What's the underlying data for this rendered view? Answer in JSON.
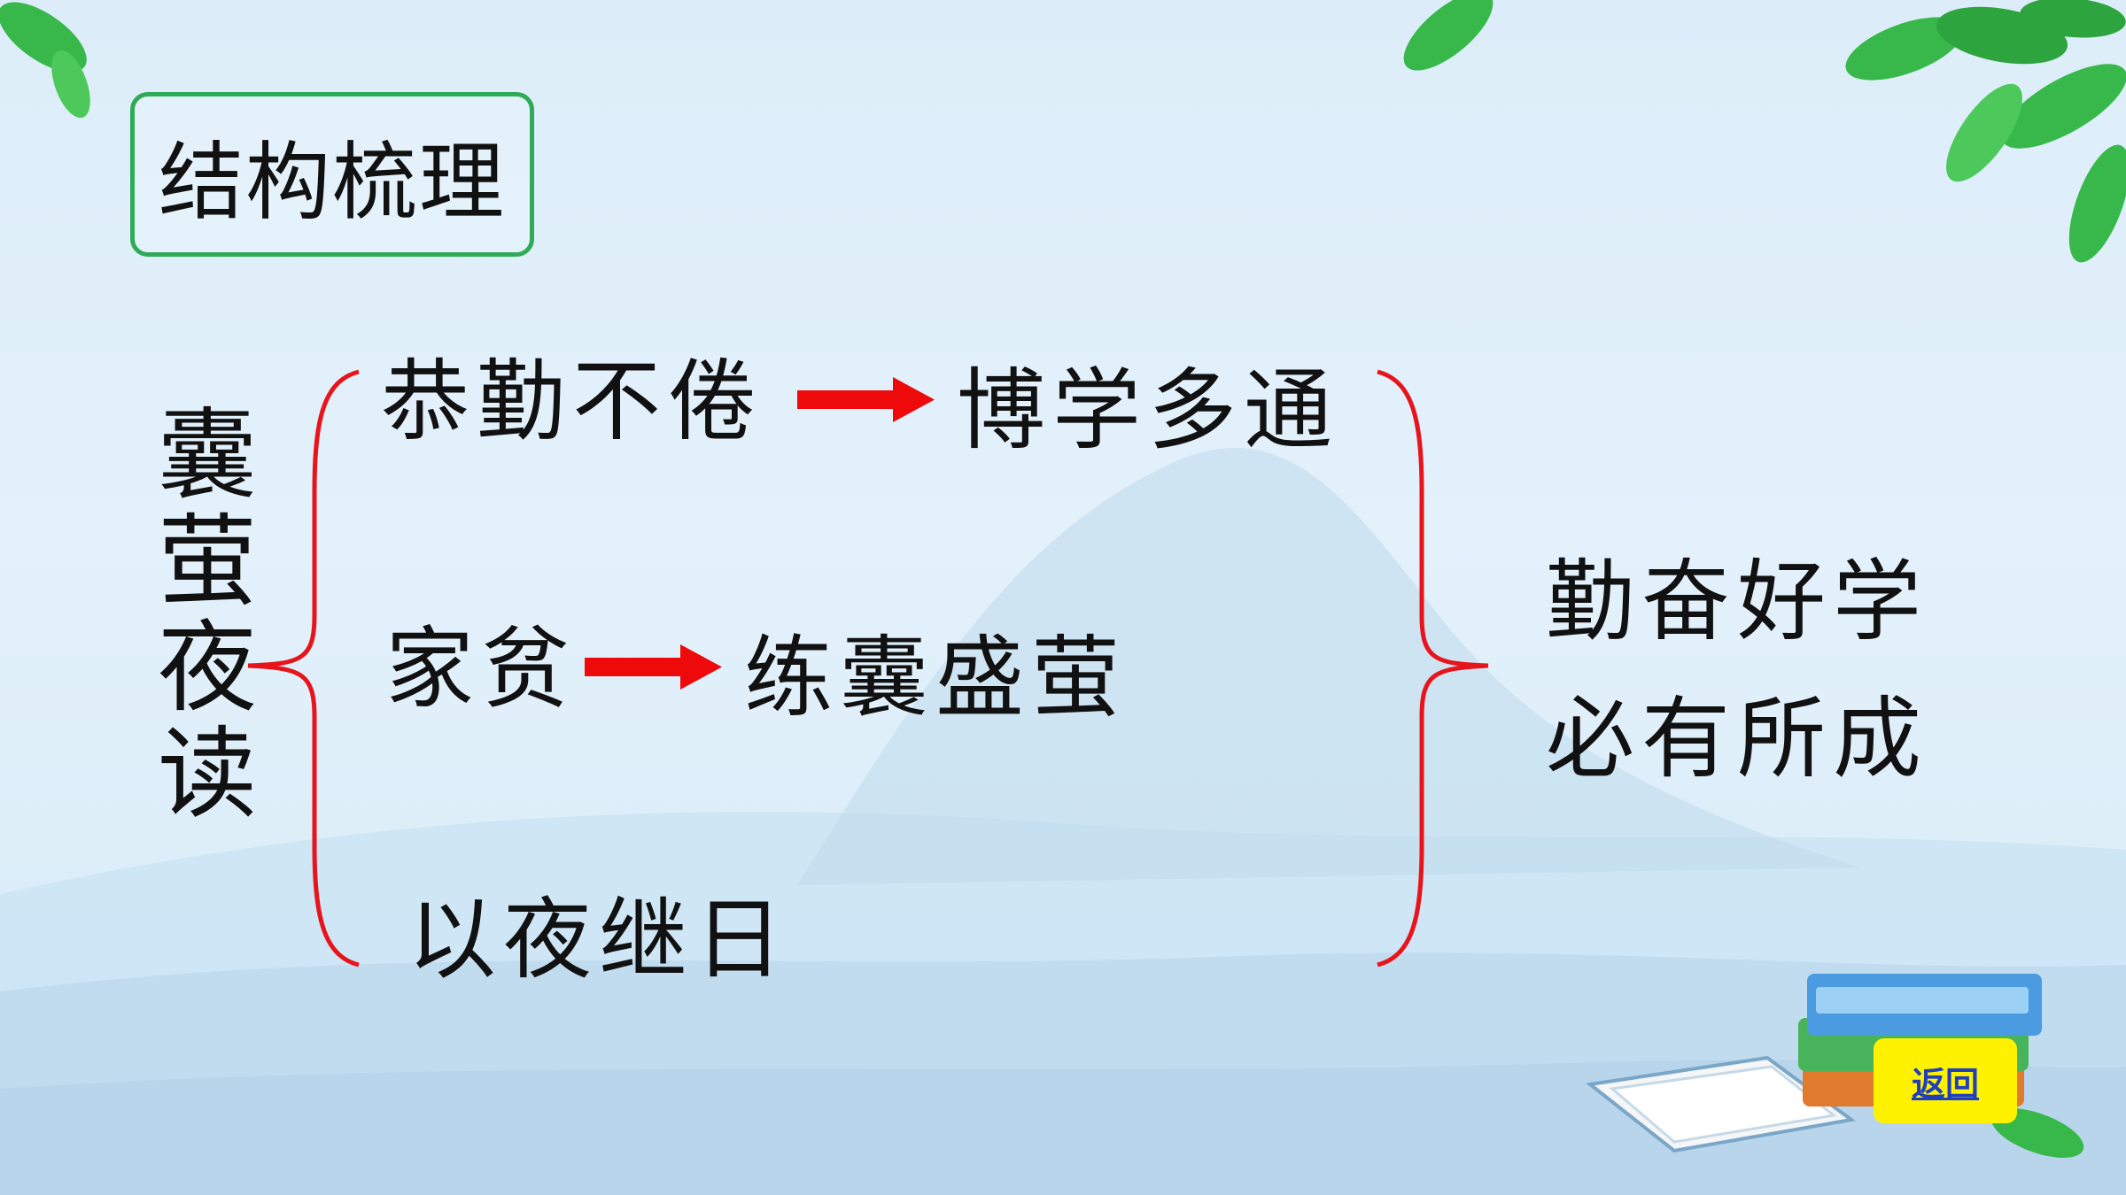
{
  "title": "结构梳理",
  "topic": "囊萤夜读",
  "branches": [
    {
      "cause": "恭勤不倦",
      "result": "博学多通"
    },
    {
      "cause": "家贫",
      "result": "练囊盛萤"
    },
    {
      "cause": "以夜继日",
      "result": ""
    }
  ],
  "conclusion": {
    "line1": "勤奋好学",
    "line2": "必有所成"
  },
  "return_label": "返回",
  "colors": {
    "bracket": "#e8141c",
    "arrow": "#ee0a0a",
    "title_border": "#2faa56",
    "return_button": "#fff200",
    "leaf": "#38b84a"
  }
}
